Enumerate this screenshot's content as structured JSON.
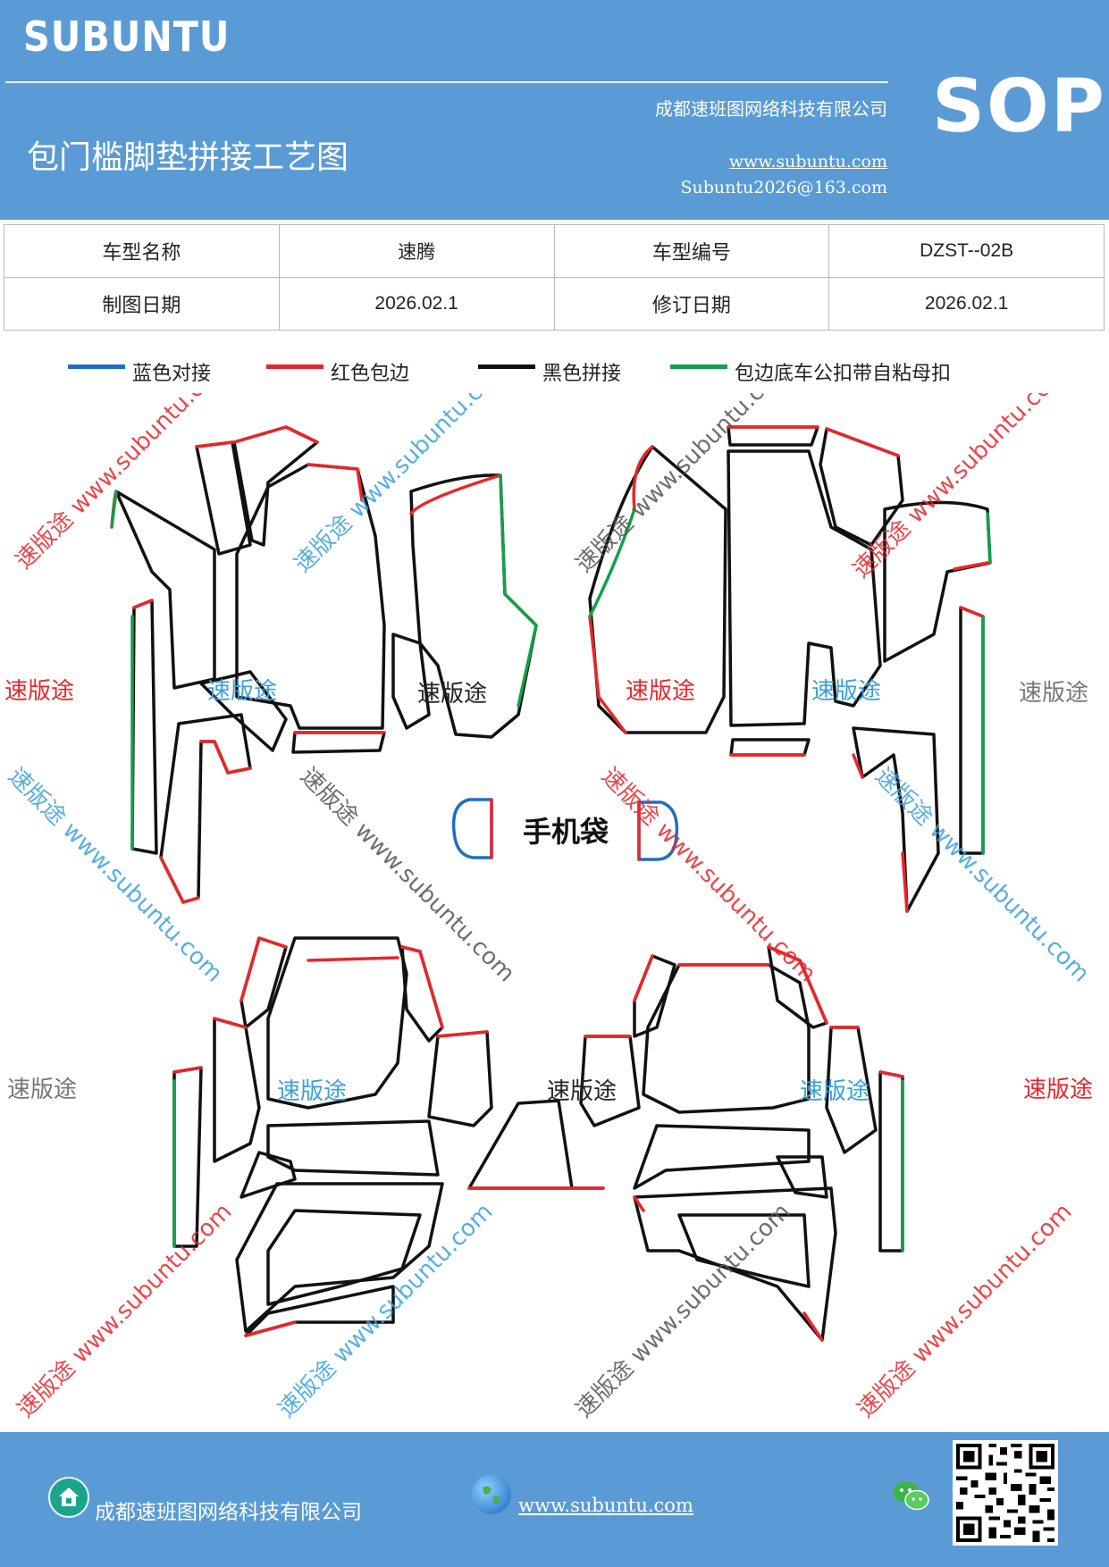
{
  "header": {
    "logo": "SUBUNTU",
    "title": "包门槛脚垫拼接工艺图",
    "company": "成都速班图网络科技有限公司",
    "website": "www.subuntu.com",
    "email": "Subuntu2026@163.com",
    "doc_type": "SOP"
  },
  "info_table": {
    "row1": {
      "label1": "车型名称",
      "value1": "速腾",
      "label2": "车型编号",
      "value2": "DZST--02B"
    },
    "row2": {
      "label1": "制图日期",
      "value1": "2026.02.1",
      "label2": "修订日期",
      "value2": "2026.02.1"
    }
  },
  "legend": [
    {
      "label": "蓝色对接",
      "color": "#1f6fc0"
    },
    {
      "label": "红色包边",
      "color": "#e8262b"
    },
    {
      "label": "黑色拼接",
      "color": "#111111"
    },
    {
      "label": "包边底车公扣带自粘母扣",
      "color": "#12a04a"
    }
  ],
  "diagram": {
    "phone_bag_label": "手机袋",
    "watermark_brand": "速版途",
    "watermark_url": "www.subuntu.com",
    "watermark_diag": "速版途 www.subuntu.com"
  },
  "footer": {
    "company": "成都速班图网络科技有限公司",
    "website": "www.subuntu.com",
    "icons": [
      "home-icon",
      "globe-icon",
      "wechat-icon",
      "qr-code"
    ]
  }
}
